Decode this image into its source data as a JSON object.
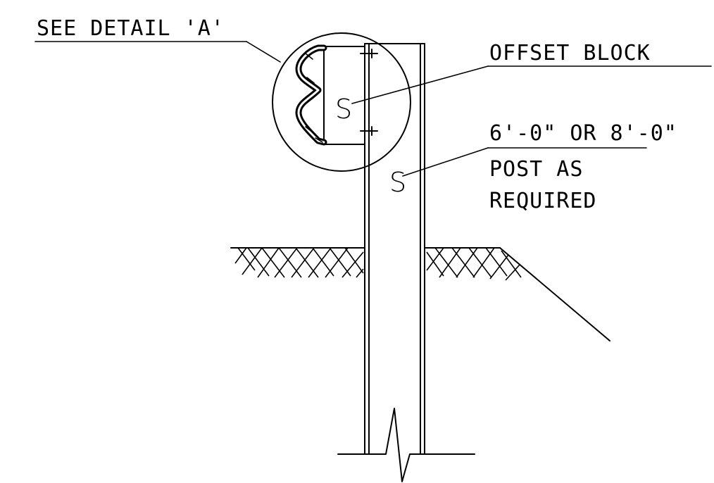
{
  "labels": {
    "see_detail": "SEE DETAIL 'A'",
    "offset_block": "OFFSET BLOCK",
    "post_line1": "6'-0\" OR 8'-0\"",
    "post_line2": "POST AS",
    "post_line3": "REQUIRED"
  },
  "section_marks": {
    "block": "S",
    "post": "S"
  }
}
